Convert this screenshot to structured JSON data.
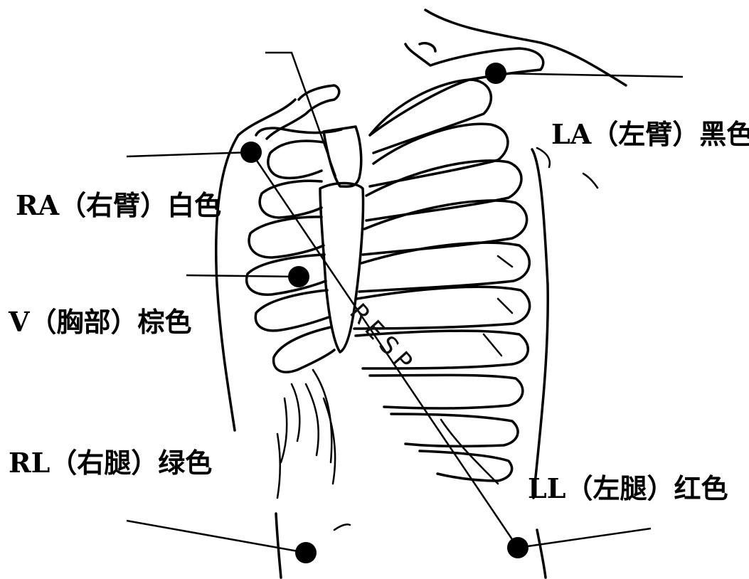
{
  "labels": {
    "la": "LA（左臂）黑色",
    "ra": "RA（右臂）白色",
    "v": "V（胸部）棕色",
    "rl": "RL（右腿）绿色",
    "ll": "LL（左腿）红色"
  },
  "resp_label": "RESP",
  "colors": {
    "ink": "#000000",
    "background": "#ffffff"
  }
}
